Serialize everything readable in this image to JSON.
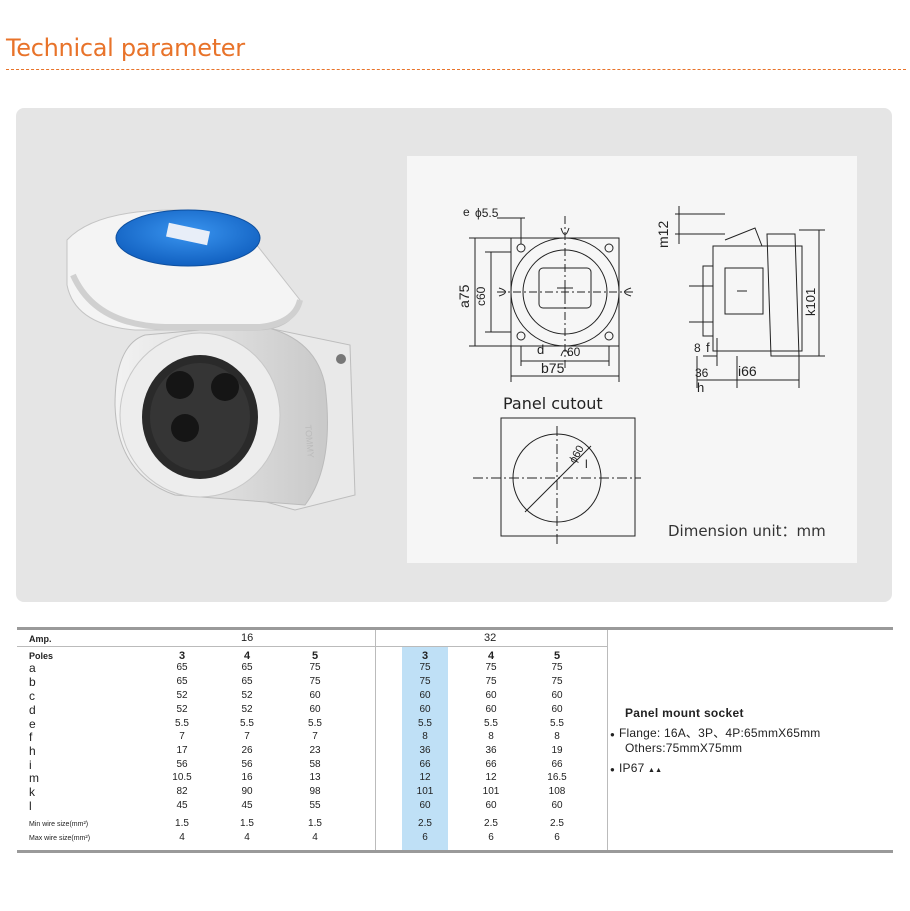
{
  "title": "Technical parameter",
  "drawing": {
    "panel_cutout_label": "Panel cutout",
    "dimension_unit": "Dimension unit：mm",
    "labels": {
      "e": "e",
      "phi55": "ϕ5.5",
      "a75": "a75",
      "c60": "c60",
      "d": "d",
      "d60": "60",
      "b75": "b75",
      "m12": "m12",
      "k101": "k101",
      "f8": "8",
      "f": "f",
      "h36": "36",
      "h": "h",
      "i66": "i66",
      "phi60": "ϕ60",
      "l": "l"
    }
  },
  "product": {
    "brand_mark": "TOMMY"
  },
  "table": {
    "amp_label": "Amp.",
    "amp_16": "16",
    "amp_32": "32",
    "poles_label": "Poles",
    "poles": [
      "3",
      "4",
      "5",
      "3",
      "4",
      "5"
    ],
    "rows": [
      {
        "label": "a",
        "values": [
          "65",
          "65",
          "75",
          "75",
          "75",
          "75"
        ]
      },
      {
        "label": "b",
        "values": [
          "65",
          "65",
          "75",
          "75",
          "75",
          "75"
        ]
      },
      {
        "label": "c",
        "values": [
          "52",
          "52",
          "60",
          "60",
          "60",
          "60"
        ]
      },
      {
        "label": "d",
        "values": [
          "52",
          "52",
          "60",
          "60",
          "60",
          "60"
        ]
      },
      {
        "label": "e",
        "values": [
          "5.5",
          "5.5",
          "5.5",
          "5.5",
          "5.5",
          "5.5"
        ]
      },
      {
        "label": "f",
        "values": [
          "7",
          "7",
          "7",
          "8",
          "8",
          "8"
        ]
      },
      {
        "label": "h",
        "values": [
          "17",
          "26",
          "23",
          "36",
          "36",
          "19"
        ]
      },
      {
        "label": "i",
        "values": [
          "56",
          "56",
          "58",
          "66",
          "66",
          "66"
        ]
      },
      {
        "label": "m",
        "values": [
          "10.5",
          "16",
          "13",
          "12",
          "12",
          "16.5"
        ]
      },
      {
        "label": "k",
        "values": [
          "82",
          "90",
          "98",
          "101",
          "101",
          "108"
        ]
      },
      {
        "label": "l",
        "values": [
          "45",
          "45",
          "55",
          "60",
          "60",
          "60"
        ]
      },
      {
        "label": "Min wire size(mm²)",
        "values": [
          "1.5",
          "1.5",
          "1.5",
          "2.5",
          "2.5",
          "2.5"
        ]
      },
      {
        "label": "Max wire size(mm²)",
        "values": [
          "4",
          "4",
          "4",
          "6",
          "6",
          "6"
        ]
      }
    ]
  },
  "info": {
    "title": "Panel mount socket",
    "flange": "Flange: 16A、3P、4P:65mmX65mm",
    "others": "Others:75mmX75mm",
    "ip": "IP67",
    "bullet": "●",
    "drops": "💧"
  },
  "colors": {
    "accent": "#e8732a",
    "highlight": "#bfe0f6",
    "cap_blue": "#1c7fe0"
  }
}
